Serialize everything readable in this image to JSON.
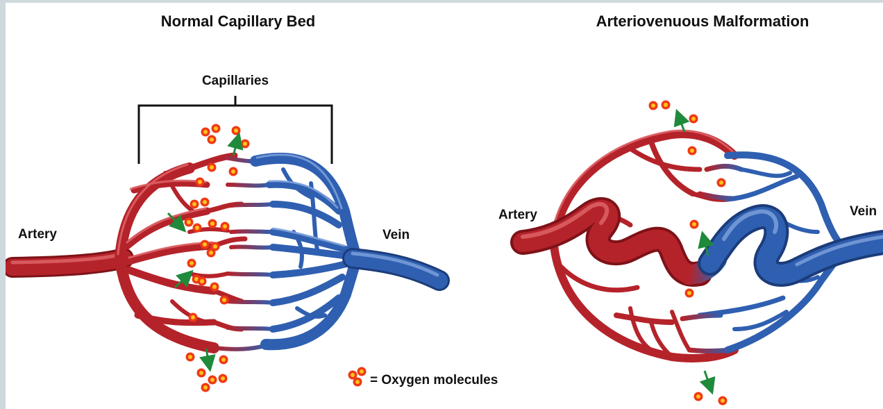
{
  "left_panel": {
    "title": "Normal Capillary Bed",
    "capillaries_label": "Capillaries",
    "artery_label": "Artery",
    "vein_label": "Vein"
  },
  "right_panel": {
    "title": "Arteriovenuous Malformation",
    "artery_label": "Artery",
    "vein_label": "Vein"
  },
  "legend": {
    "text": "= Oxygen molecules"
  },
  "colors": {
    "artery": "#b5232a",
    "artery_highlight": "#e0666a",
    "vein": "#2f5fb0",
    "vein_highlight": "#7fa3dd",
    "oxygen_fill": "#ee3a16",
    "oxygen_core": "#ffc21a",
    "arrow": "#1f8a3a"
  },
  "icons": [
    "oxygen-molecule-icon",
    "diffusion-arrow-icon"
  ]
}
